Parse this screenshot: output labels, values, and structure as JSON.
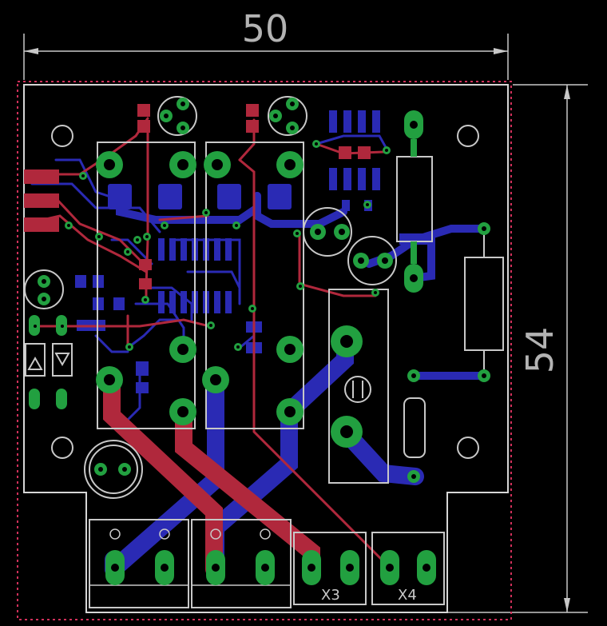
{
  "dimensions": {
    "width_label": "50",
    "height_label": "54"
  },
  "connectors": {
    "x3_label": "X3",
    "x4_label": "X4"
  },
  "colors": {
    "background": "#000000",
    "top_copper": "#b0283c",
    "bottom_copper": "#2a2ab4",
    "pads": "#22a040",
    "silkscreen": "#c8c8c8",
    "board_limit": "#d0305a"
  }
}
